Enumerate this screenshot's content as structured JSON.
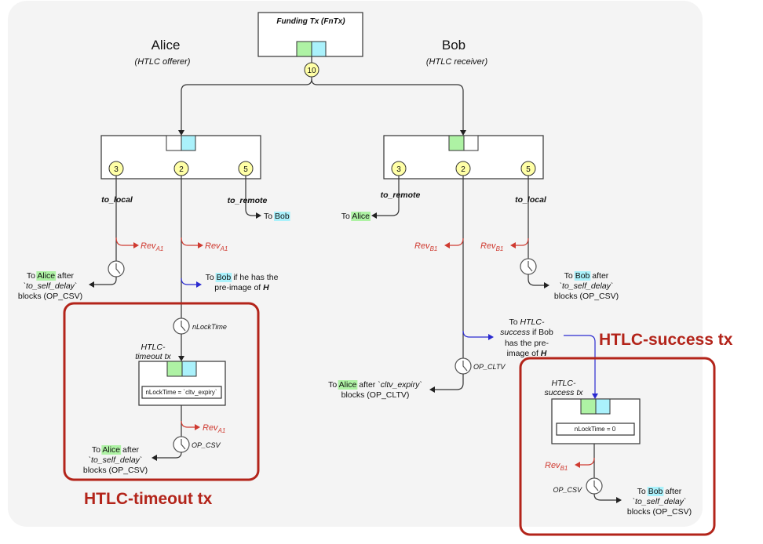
{
  "parties": {
    "alice": {
      "name": "Alice",
      "role": "(HTLC offerer)"
    },
    "bob": {
      "name": "Bob",
      "role": "(HTLC receiver)"
    }
  },
  "funding_tx": {
    "title": "Funding Tx (FnTx)",
    "output_value": "10"
  },
  "alice_commitment": {
    "output_to_local": {
      "value": "3",
      "label": "to_local"
    },
    "output_htlc": {
      "value": "2"
    },
    "output_to_remote": {
      "value": "5",
      "label": "to_remote"
    },
    "to_remote_dest": {
      "prefix": "To ",
      "name": "Bob"
    },
    "revocation_to_local": {
      "base": "Rev",
      "sub": "A1"
    },
    "revocation_htlc": {
      "base": "Rev",
      "sub": "A1"
    },
    "to_local_dest": {
      "prefix": "To ",
      "name": "Alice",
      "suffix": " after",
      "delay": "`to_self_delay`",
      "blocks": "blocks (OP_CSV)"
    },
    "htlc_preimage_dest": {
      "prefix": "To ",
      "name": "Bob",
      "suffix": " if he has the",
      "line2": "pre-image of ",
      "hash": "H"
    },
    "htlc_timelock_label": "nLockTime"
  },
  "htlc_timeout_tx": {
    "caption": "HTLC-timeout tx",
    "title_line1": "HTLC-",
    "title_line2": "timeout tx",
    "nlocktime": "nLockTime = `cltv_expiry`",
    "revocation": {
      "base": "Rev",
      "sub": "A1"
    },
    "timelock_label": "OP_CSV",
    "dest": {
      "prefix": "To ",
      "name": "Alice",
      "suffix": " after",
      "delay": "`to_self_delay`",
      "blocks": "blocks (OP_CSV)"
    }
  },
  "bob_commitment": {
    "output_to_remote": {
      "value": "3",
      "label": "to_remote"
    },
    "output_htlc": {
      "value": "2"
    },
    "output_to_local": {
      "value": "5",
      "label": "to_local"
    },
    "to_remote_dest": {
      "prefix": "To ",
      "name": "Alice"
    },
    "revocation_htlc": {
      "base": "Rev",
      "sub": "B1"
    },
    "revocation_to_local": {
      "base": "Rev",
      "sub": "B1"
    },
    "to_local_dest": {
      "prefix": "To ",
      "name": "Bob",
      "suffix": " after",
      "delay": "`to_self_delay`",
      "blocks": "blocks (OP_CSV)"
    },
    "htlc_success_dest": {
      "line1_prefix": "To ",
      "line1_italic": "HTLC-",
      "line2_italic": "success",
      "line2_suffix": " if Bob",
      "line3": "has the pre-",
      "line4": "image of ",
      "hash": "H"
    },
    "htlc_timelock_label": "OP_CLTV",
    "htlc_timeout_dest": {
      "prefix": "To ",
      "name": "Alice",
      "suffix": " after ",
      "expiry": "`cltv_expiry`",
      "blocks": "blocks (OP_CLTV)"
    }
  },
  "htlc_success_tx": {
    "caption": "HTLC-success tx",
    "title_line1": "HTLC-",
    "title_line2": "success tx",
    "nlocktime": "nLockTime = 0",
    "revocation": {
      "base": "Rev",
      "sub": "B1"
    },
    "timelock_label": "OP_CSV",
    "dest": {
      "prefix": "To ",
      "name": "Bob",
      "suffix": " after",
      "delay": "`to_self_delay`",
      "blocks": "blocks (OP_CSV)"
    }
  },
  "colors": {
    "alice_highlight": "#aef2a4",
    "bob_highlight": "#aaf1fb",
    "revocation": "#cf3a30",
    "preimage_path": "#2b2bd0",
    "callout": "#b3241a",
    "output_marker": "#ffffa6"
  }
}
